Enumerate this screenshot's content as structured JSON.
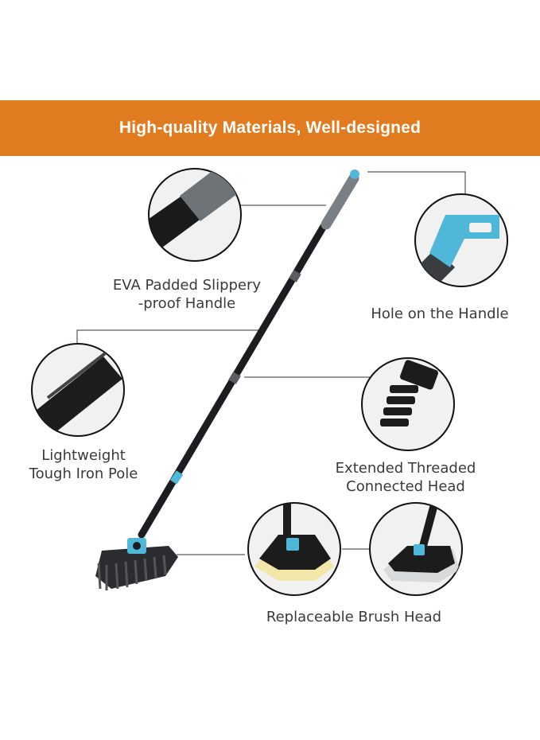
{
  "banner": {
    "title": "High-quality Materials, Well-designed",
    "color": "#e17b20"
  },
  "features": {
    "handle": {
      "line1": "EVA Padded Slippery",
      "line2": "-proof Handle"
    },
    "hole": {
      "line1": "Hole on the Handle"
    },
    "pole": {
      "line1": "Lightweight",
      "line2": "Tough Iron Pole"
    },
    "threaded": {
      "line1": "Extended Threaded",
      "line2": "Connected Head"
    },
    "brush_head": {
      "line1": "Replaceable Brush Head"
    }
  },
  "colors": {
    "pole": "#1b1d20",
    "grip": "#7a7f85",
    "accent": "#4fb8d8",
    "sponge": "#f2e6a8"
  }
}
